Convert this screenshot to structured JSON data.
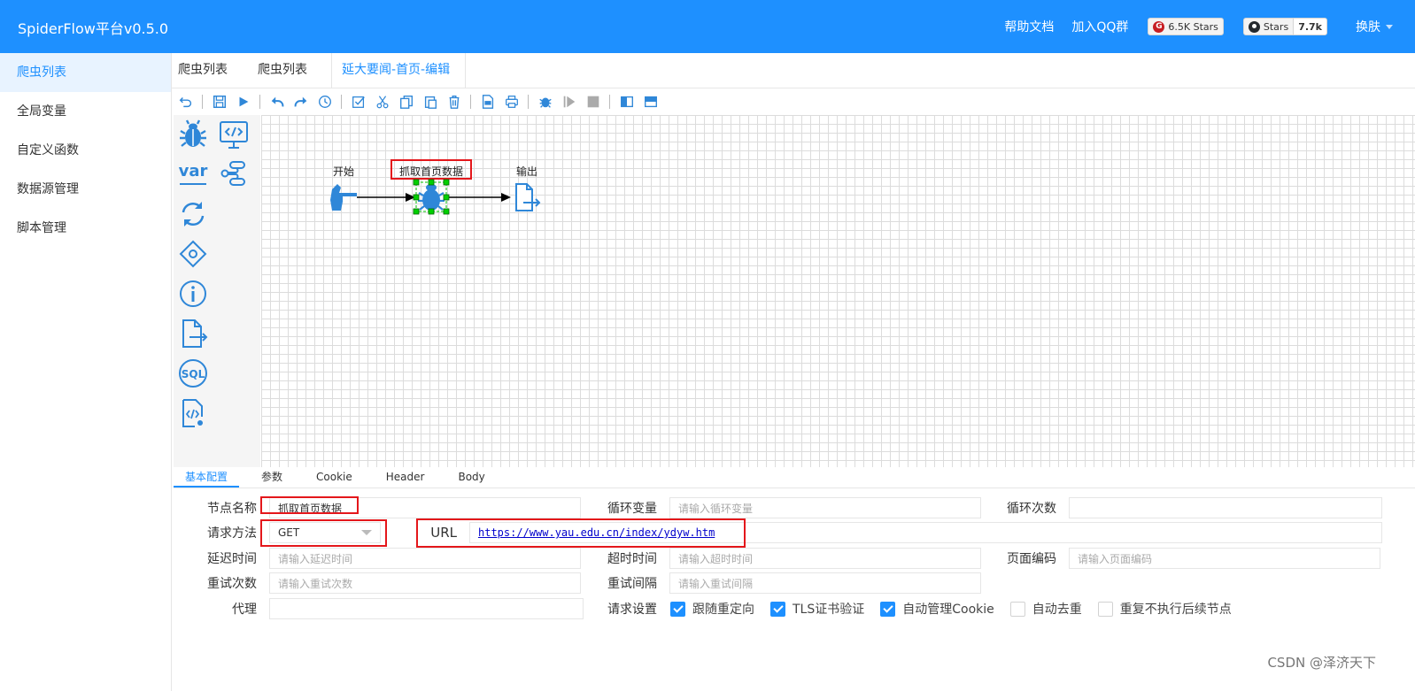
{
  "header": {
    "brand": "SpiderFlow平台v0.5.0",
    "links": [
      "帮助文档",
      "加入QQ群"
    ],
    "gitee_badge": {
      "label": "6.5K Stars"
    },
    "github_badge": {
      "label": "Stars",
      "count": "7.7k"
    },
    "skin_label": "换肤"
  },
  "sidebar": {
    "items": [
      {
        "label": "爬虫列表"
      },
      {
        "label": "全局变量"
      },
      {
        "label": "自定义函数"
      },
      {
        "label": "数据源管理"
      },
      {
        "label": "脚本管理"
      }
    ]
  },
  "tabs": [
    {
      "label": "爬虫列表"
    },
    {
      "label": "爬虫列表"
    },
    {
      "label": "延大要闻-首页-编辑"
    }
  ],
  "palette": {
    "var_label": "var",
    "sql_label": "SQL"
  },
  "flow": {
    "nodes": [
      {
        "label": "开始"
      },
      {
        "label": "抓取首页数据"
      },
      {
        "label": "输出"
      }
    ]
  },
  "config_tabs": [
    {
      "label": "基本配置"
    },
    {
      "label": "参数"
    },
    {
      "label": "Cookie"
    },
    {
      "label": "Header"
    },
    {
      "label": "Body"
    }
  ],
  "form": {
    "node_name_label": "节点名称",
    "node_name_value": "抓取首页数据",
    "loop_var_label": "循环变量",
    "loop_var_placeholder": "请输入循环变量",
    "loop_count_label": "循环次数",
    "method_label": "请求方法",
    "method_value": "GET",
    "url_label": "URL",
    "url_value": "https://www.yau.edu.cn/index/ydyw.htm",
    "delay_label": "延迟时间",
    "delay_placeholder": "请输入延迟时间",
    "timeout_label": "超时时间",
    "timeout_placeholder": "请输入超时时间",
    "encoding_label": "页面编码",
    "encoding_placeholder": "请输入页面编码",
    "retry_count_label": "重试次数",
    "retry_count_placeholder": "请输入重试次数",
    "retry_interval_label": "重试间隔",
    "retry_interval_placeholder": "请输入重试间隔",
    "proxy_label": "代理",
    "request_settings_label": "请求设置",
    "options": [
      {
        "label": "跟随重定向",
        "checked": true
      },
      {
        "label": "TLS证书验证",
        "checked": true
      },
      {
        "label": "自动管理Cookie",
        "checked": true
      },
      {
        "label": "自动去重",
        "checked": false
      },
      {
        "label": "重复不执行后续节点",
        "checked": false
      }
    ]
  },
  "watermark": "CSDN @泽济天下",
  "colors": {
    "primary": "#1e90ff",
    "highlight_box": "#e4171b",
    "icon_blue": "#2f87d8"
  }
}
